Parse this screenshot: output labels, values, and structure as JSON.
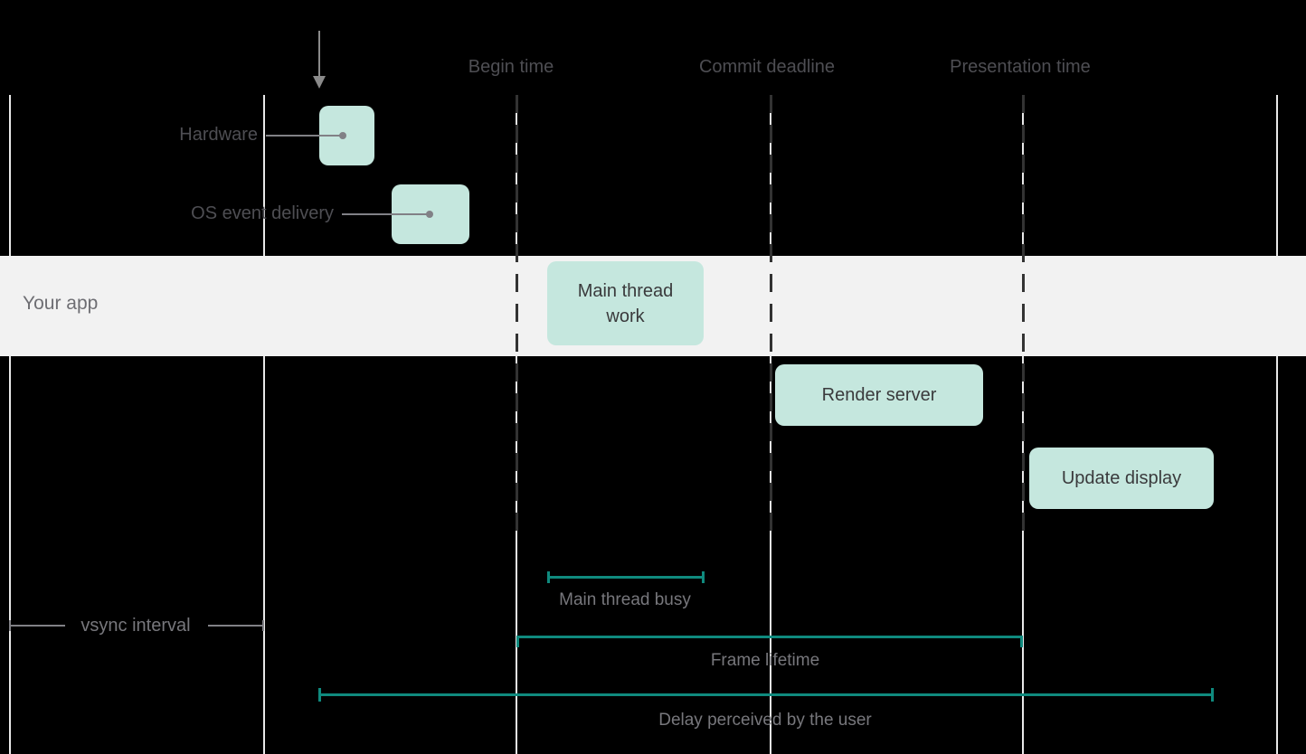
{
  "colors": {
    "background": "#000000",
    "band": "#f2f2f2",
    "band_text": "#6e6e73",
    "label_text": "#4e4e53",
    "bracket_label": "#77777c",
    "box_fill": "#c5e7de",
    "box_text": "#3a3a3c",
    "bracket_line": "#0f8a7e",
    "vsync_line": "#e9e9e9",
    "dash_line": "#333333",
    "leader_line": "#818186",
    "arrow": "#8a8a8a"
  },
  "timeline": {
    "markers": [
      {
        "id": "begin",
        "label": "Begin time"
      },
      {
        "id": "commit",
        "label": "Commit deadline"
      },
      {
        "id": "presentation",
        "label": "Presentation time"
      }
    ],
    "vsync_label": "vsync interval"
  },
  "rows": [
    {
      "id": "hardware",
      "label": "Hardware"
    },
    {
      "id": "os_event",
      "label": "OS event delivery"
    },
    {
      "id": "your_app",
      "label": "Your app"
    }
  ],
  "boxes": {
    "main_thread": {
      "line1": "Main thread",
      "line2": "work"
    },
    "render_server": {
      "label": "Render server"
    },
    "update_display": {
      "label": "Update display"
    }
  },
  "brackets": [
    {
      "id": "busy",
      "label": "Main thread busy"
    },
    {
      "id": "lifetime",
      "label": "Frame lifetime"
    },
    {
      "id": "delay",
      "label": "Delay perceived by the user"
    }
  ],
  "icons": {
    "event_arrow": "down-arrow-icon"
  }
}
